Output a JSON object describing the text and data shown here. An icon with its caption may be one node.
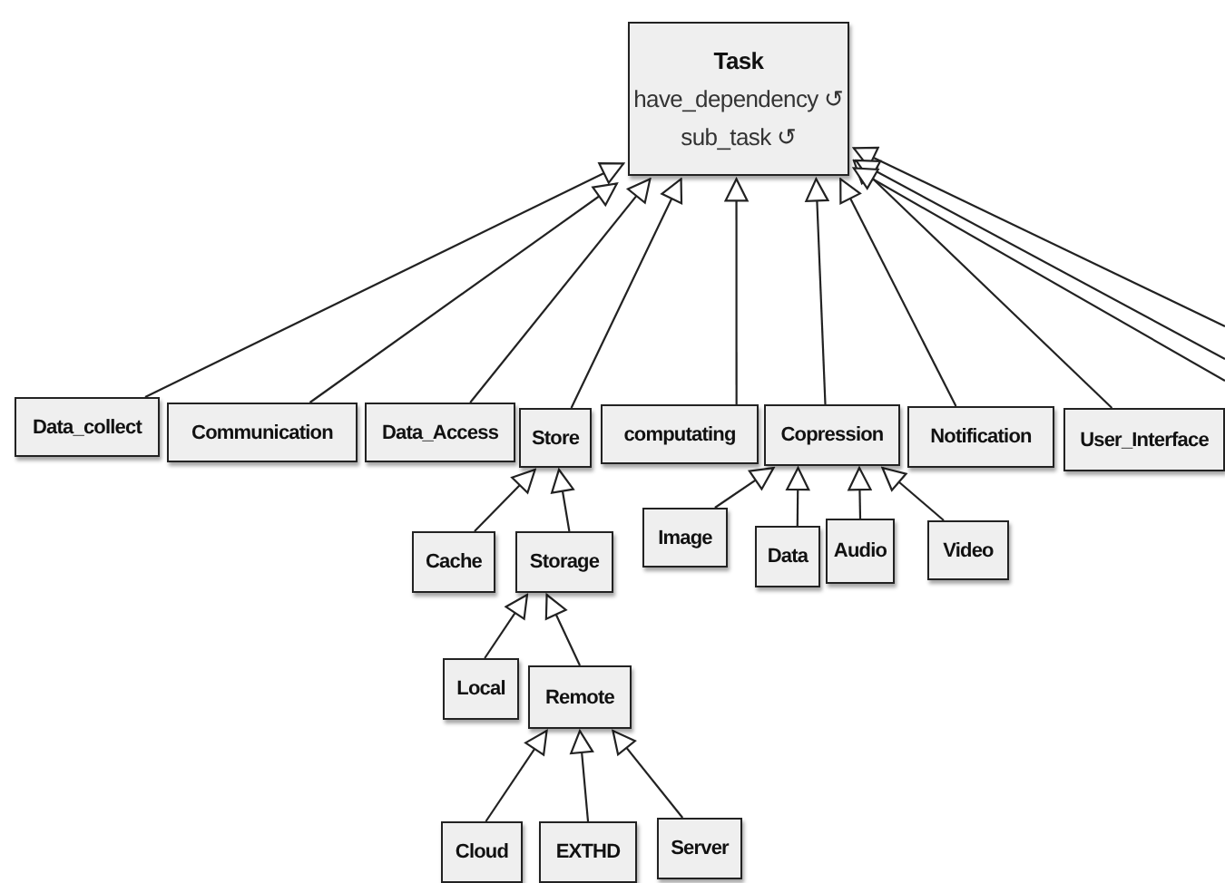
{
  "diagram": {
    "nodes": [
      {
        "text": [
          "Task",
          "have_dependency ↺",
          "sub_task ↺"
        ]
      },
      {
        "text": [
          "Data_collect"
        ]
      },
      {
        "text": [
          "Communication"
        ]
      },
      {
        "text": [
          "Data_Access"
        ]
      },
      {
        "text": [
          "Store"
        ]
      },
      {
        "text": [
          "computating"
        ]
      },
      {
        "text": [
          "Copression"
        ]
      },
      {
        "text": [
          "Notification"
        ]
      },
      {
        "text": [
          "User_Interface"
        ]
      },
      {
        "text": [
          "Cache"
        ]
      },
      {
        "text": [
          "Storage"
        ]
      },
      {
        "text": [
          "Image"
        ]
      },
      {
        "text": [
          "Data"
        ]
      },
      {
        "text": [
          "Audio"
        ]
      },
      {
        "text": [
          "Video"
        ]
      },
      {
        "text": [
          "Local"
        ]
      },
      {
        "text": [
          "Remote"
        ]
      },
      {
        "text": [
          "Cloud"
        ]
      },
      {
        "text": [
          "EXTHD"
        ]
      },
      {
        "text": [
          "Server"
        ]
      }
    ],
    "edges": [
      {
        "from": 1,
        "to": 0,
        "arrow": "to"
      },
      {
        "from": 2,
        "to": 0,
        "arrow": "to"
      },
      {
        "from": 3,
        "to": 0,
        "arrow": "to"
      },
      {
        "from": 4,
        "to": 0,
        "arrow": "to"
      },
      {
        "from": 5,
        "to": 0,
        "arrow": "to"
      },
      {
        "from": 6,
        "to": 0,
        "arrow": "to"
      },
      {
        "from": 7,
        "to": 0,
        "arrow": "to"
      },
      {
        "from": 8,
        "to": 0,
        "arrow": "to"
      },
      {
        "from": null,
        "to": 0,
        "arrow": "to"
      },
      {
        "from": null,
        "to": 0,
        "arrow": "to"
      },
      {
        "from": null,
        "to": 0,
        "arrow": "to"
      },
      {
        "from": 9,
        "to": 4,
        "arrow": "to"
      },
      {
        "from": 10,
        "to": 4,
        "arrow": "to"
      },
      {
        "from": 11,
        "to": 6,
        "arrow": "to"
      },
      {
        "from": 12,
        "to": 6,
        "arrow": "to"
      },
      {
        "from": 13,
        "to": 6,
        "arrow": "to"
      },
      {
        "from": 14,
        "to": 6,
        "arrow": "to"
      },
      {
        "from": 15,
        "to": 10,
        "arrow": "to"
      },
      {
        "from": 16,
        "to": 10,
        "arrow": "to"
      },
      {
        "from": 17,
        "to": 16,
        "arrow": "to"
      },
      {
        "from": 18,
        "to": 16,
        "arrow": "to"
      },
      {
        "from": 19,
        "to": 16,
        "arrow": "to"
      }
    ]
  }
}
